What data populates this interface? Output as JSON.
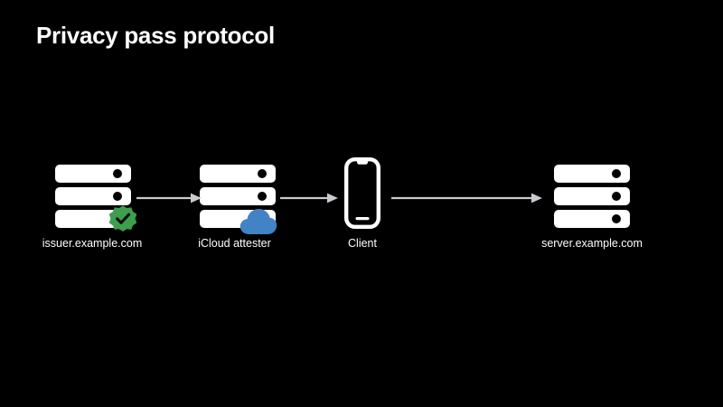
{
  "slide": {
    "title": "Privacy pass protocol",
    "background_color": "#000000",
    "text_color": "#ffffff"
  },
  "colors": {
    "background": "#000000",
    "foreground": "#ffffff",
    "verified_badge_green": "#3d9e4d",
    "cloud_blue": "#4183c4",
    "arrow_gray": "#c9c9cf"
  },
  "diagram": {
    "type": "flow",
    "nodes": [
      {
        "id": "issuer",
        "label": "issuer.example.com",
        "icon": "server-rack-icon",
        "badge": "verified-check-badge-icon",
        "badge_color": "#3d9e4d"
      },
      {
        "id": "attester",
        "label": "iCloud attester",
        "icon": "server-rack-icon",
        "badge": "cloud-badge-icon",
        "badge_color": "#4183c4"
      },
      {
        "id": "client",
        "label": "Client",
        "icon": "smartphone-icon",
        "badge": null,
        "badge_color": null
      },
      {
        "id": "server",
        "label": "server.example.com",
        "icon": "server-rack-icon",
        "badge": null,
        "badge_color": null
      }
    ],
    "arrows": [
      {
        "id": "arrow-1",
        "from": "issuer",
        "to": "attester",
        "direction": "right",
        "label": ""
      },
      {
        "id": "arrow-2",
        "from": "attester",
        "to": "client",
        "direction": "right",
        "label": ""
      },
      {
        "id": "arrow-3",
        "from": "client",
        "to": "server",
        "direction": "right",
        "label": ""
      }
    ]
  }
}
